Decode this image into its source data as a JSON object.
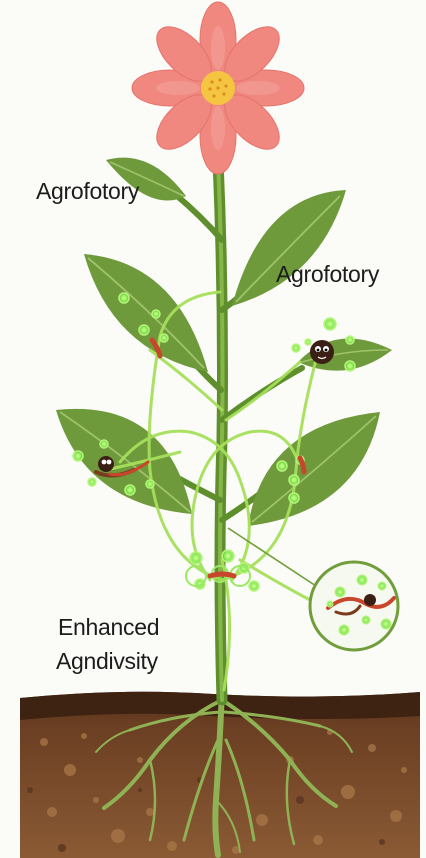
{
  "labels": {
    "upper_left": "Agrofotory",
    "upper_right": "Agrofotory",
    "lower_line1": "Enhanced",
    "lower_line2": "Agndivsity"
  },
  "colors": {
    "background": "#fbfbf8",
    "petal": "#f08880",
    "flower_center": "#f5c542",
    "leaf": "#6f9a3c",
    "leaf_dark": "#557d2b",
    "stem": "#6f9e3a",
    "fungal_thread": "#a6e05a",
    "microbe_glow": "#8fef5a",
    "soil_top": "#4a2b17",
    "soil": "#7a4a2a",
    "root": "#8fb255",
    "microbe_body": "#3a2014",
    "microbe_band": "#c8462c"
  },
  "icons": {
    "flower": "flower-icon",
    "microbe": "microbe-icon",
    "magnifier": "magnified-inset-icon"
  }
}
